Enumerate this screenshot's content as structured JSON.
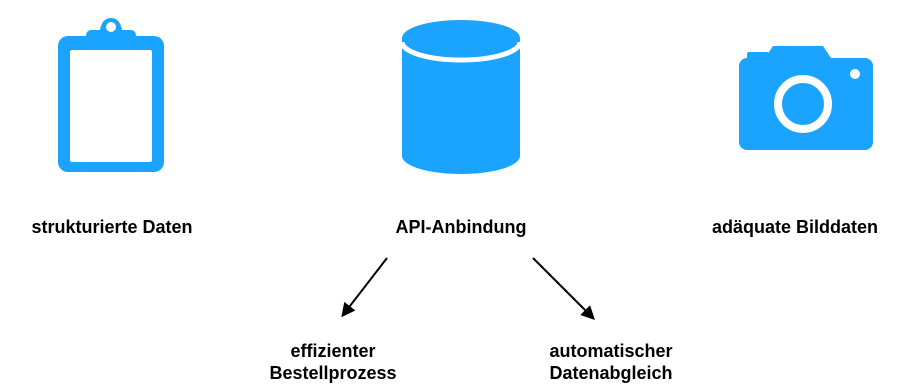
{
  "colors": {
    "icon_blue": "#1AA3FF",
    "text": "#000000"
  },
  "nodes": [
    {
      "label": "strukturierte Daten",
      "icon": "clipboard-icon"
    },
    {
      "label": "API-Anbindung",
      "icon": "database-icon"
    },
    {
      "label": "adäquate Bilddaten",
      "icon": "camera-icon"
    }
  ],
  "outcomes": [
    {
      "line1": "effizienter",
      "line2": "Bestellprozess"
    },
    {
      "line1": "automatischer",
      "line2": "Datenabgleich"
    }
  ]
}
